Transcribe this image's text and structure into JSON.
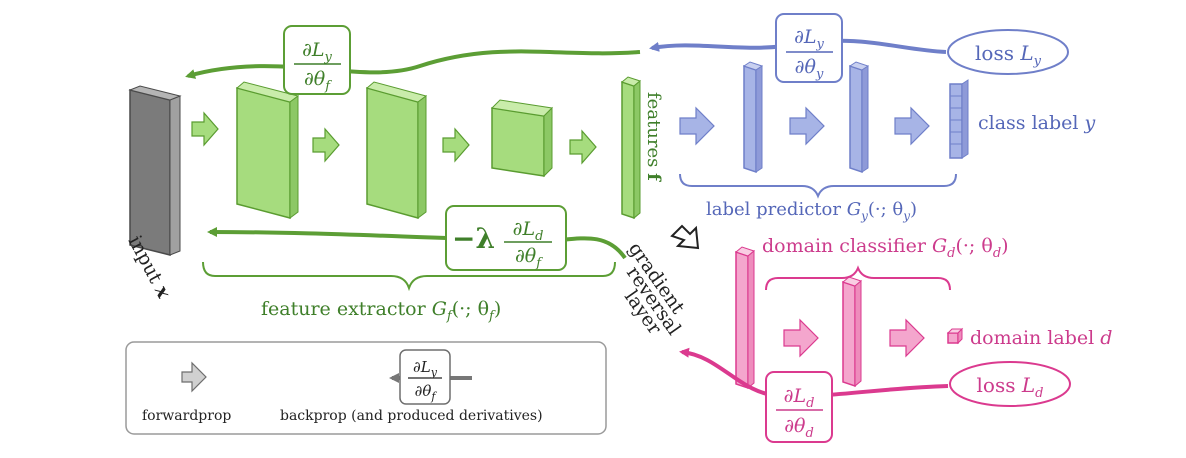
{
  "colors": {
    "green_fill": "#a6dc7e",
    "green_dark": "#8cc865",
    "green_side": "#c9ecaa",
    "green_stroke": "#5a9c30",
    "green_arrow": "#5c9e35",
    "green_text": "#3f7f2a",
    "blue_fill": "#a7b4e6",
    "blue_stroke": "#6f7fc9",
    "blue_text": "#5567b8",
    "pink_fill": "#f4a6cd",
    "pink_stroke": "#db3a8f",
    "pink_text": "#cc3b8c",
    "gray_fill": "#7b7b7b",
    "gray_stroke": "#4a4a4a",
    "gray_arrow": "#cfcfcf",
    "text": "#222222"
  },
  "labels": {
    "input": "input",
    "input_var": "x",
    "features": "features",
    "features_var": "f",
    "class_label": "class label",
    "class_label_var": "y",
    "label_predictor": "label predictor",
    "label_predictor_fn": "G",
    "label_predictor_sub": "y",
    "label_predictor_args": "(·; θ",
    "label_predictor_args_sub": "y",
    "domain_classifier": "domain classifier",
    "domain_classifier_fn": "G",
    "domain_classifier_sub": "d",
    "domain_classifier_args": "(·; θ",
    "domain_classifier_args_sub": "d",
    "domain_label": "domain label",
    "domain_label_var": "d",
    "feature_extractor": "feature extractor",
    "feature_extractor_fn": "G",
    "feature_extractor_sub": "f",
    "feature_extractor_args": "(·; θ",
    "feature_extractor_args_sub": "f",
    "gradient": "gradient",
    "reversal": "reversal",
    "layer": "layer",
    "loss_y_text": "loss",
    "loss_y_var": "L",
    "loss_y_sub": "y",
    "loss_d_text": "loss",
    "loss_d_var": "L",
    "loss_d_sub": "d",
    "close_paren": ")"
  },
  "derivatives": {
    "partial": "∂",
    "lambda_prefix": "−λ",
    "numerator_var": "L",
    "denominator_var": "θ",
    "dLy_dthetaf": {
      "num_sub": "y",
      "den_sub": "f"
    },
    "dLy_dthetay": {
      "num_sub": "y",
      "den_sub": "y"
    },
    "dLd_dthetaf": {
      "num_sub": "d",
      "den_sub": "f"
    },
    "dLd_dthetad": {
      "num_sub": "d",
      "den_sub": "d"
    },
    "legend_deriv": {
      "num_sub": "y",
      "den_sub": "f"
    }
  },
  "legend": {
    "forwardprop": "forwardprop",
    "backprop": "backprop (and produced derivatives)"
  }
}
